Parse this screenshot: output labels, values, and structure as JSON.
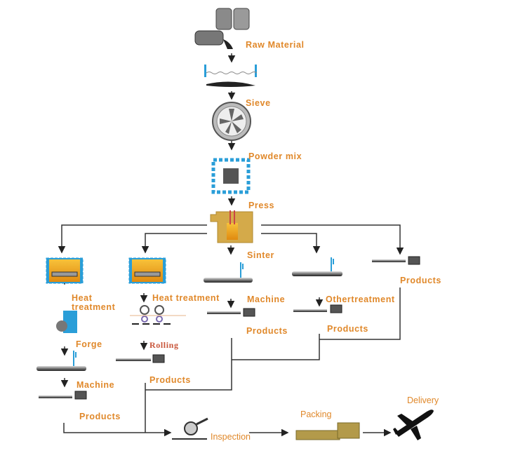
{
  "labels": {
    "raw_material": "Raw Material",
    "sieve": "Sieve",
    "powder_mix": "Powder mix",
    "press": "Press",
    "sinter": "Sinter",
    "heat_treatment_1a": "Heat",
    "heat_treatment_1b": "treatment",
    "heat_treatment_2": "Heat treatment",
    "machine_1": "Machine",
    "othertreatment": "Othertreatment",
    "products_right": "Products",
    "products_machine": "Products",
    "products_other": "Products",
    "forge": "Forge",
    "rolling": "Rolling",
    "machine_2": "Machine",
    "products_rolling": "Products",
    "products_forge": "Products",
    "inspection": "Inspection",
    "packing": "Packing",
    "delivery": "Delivery"
  },
  "colors": {
    "label": "#e0882a",
    "rolling_label": "#c8553a",
    "line": "#333333",
    "accent_blue": "#2a9ed8",
    "press_gold": "#d4aa4a"
  }
}
